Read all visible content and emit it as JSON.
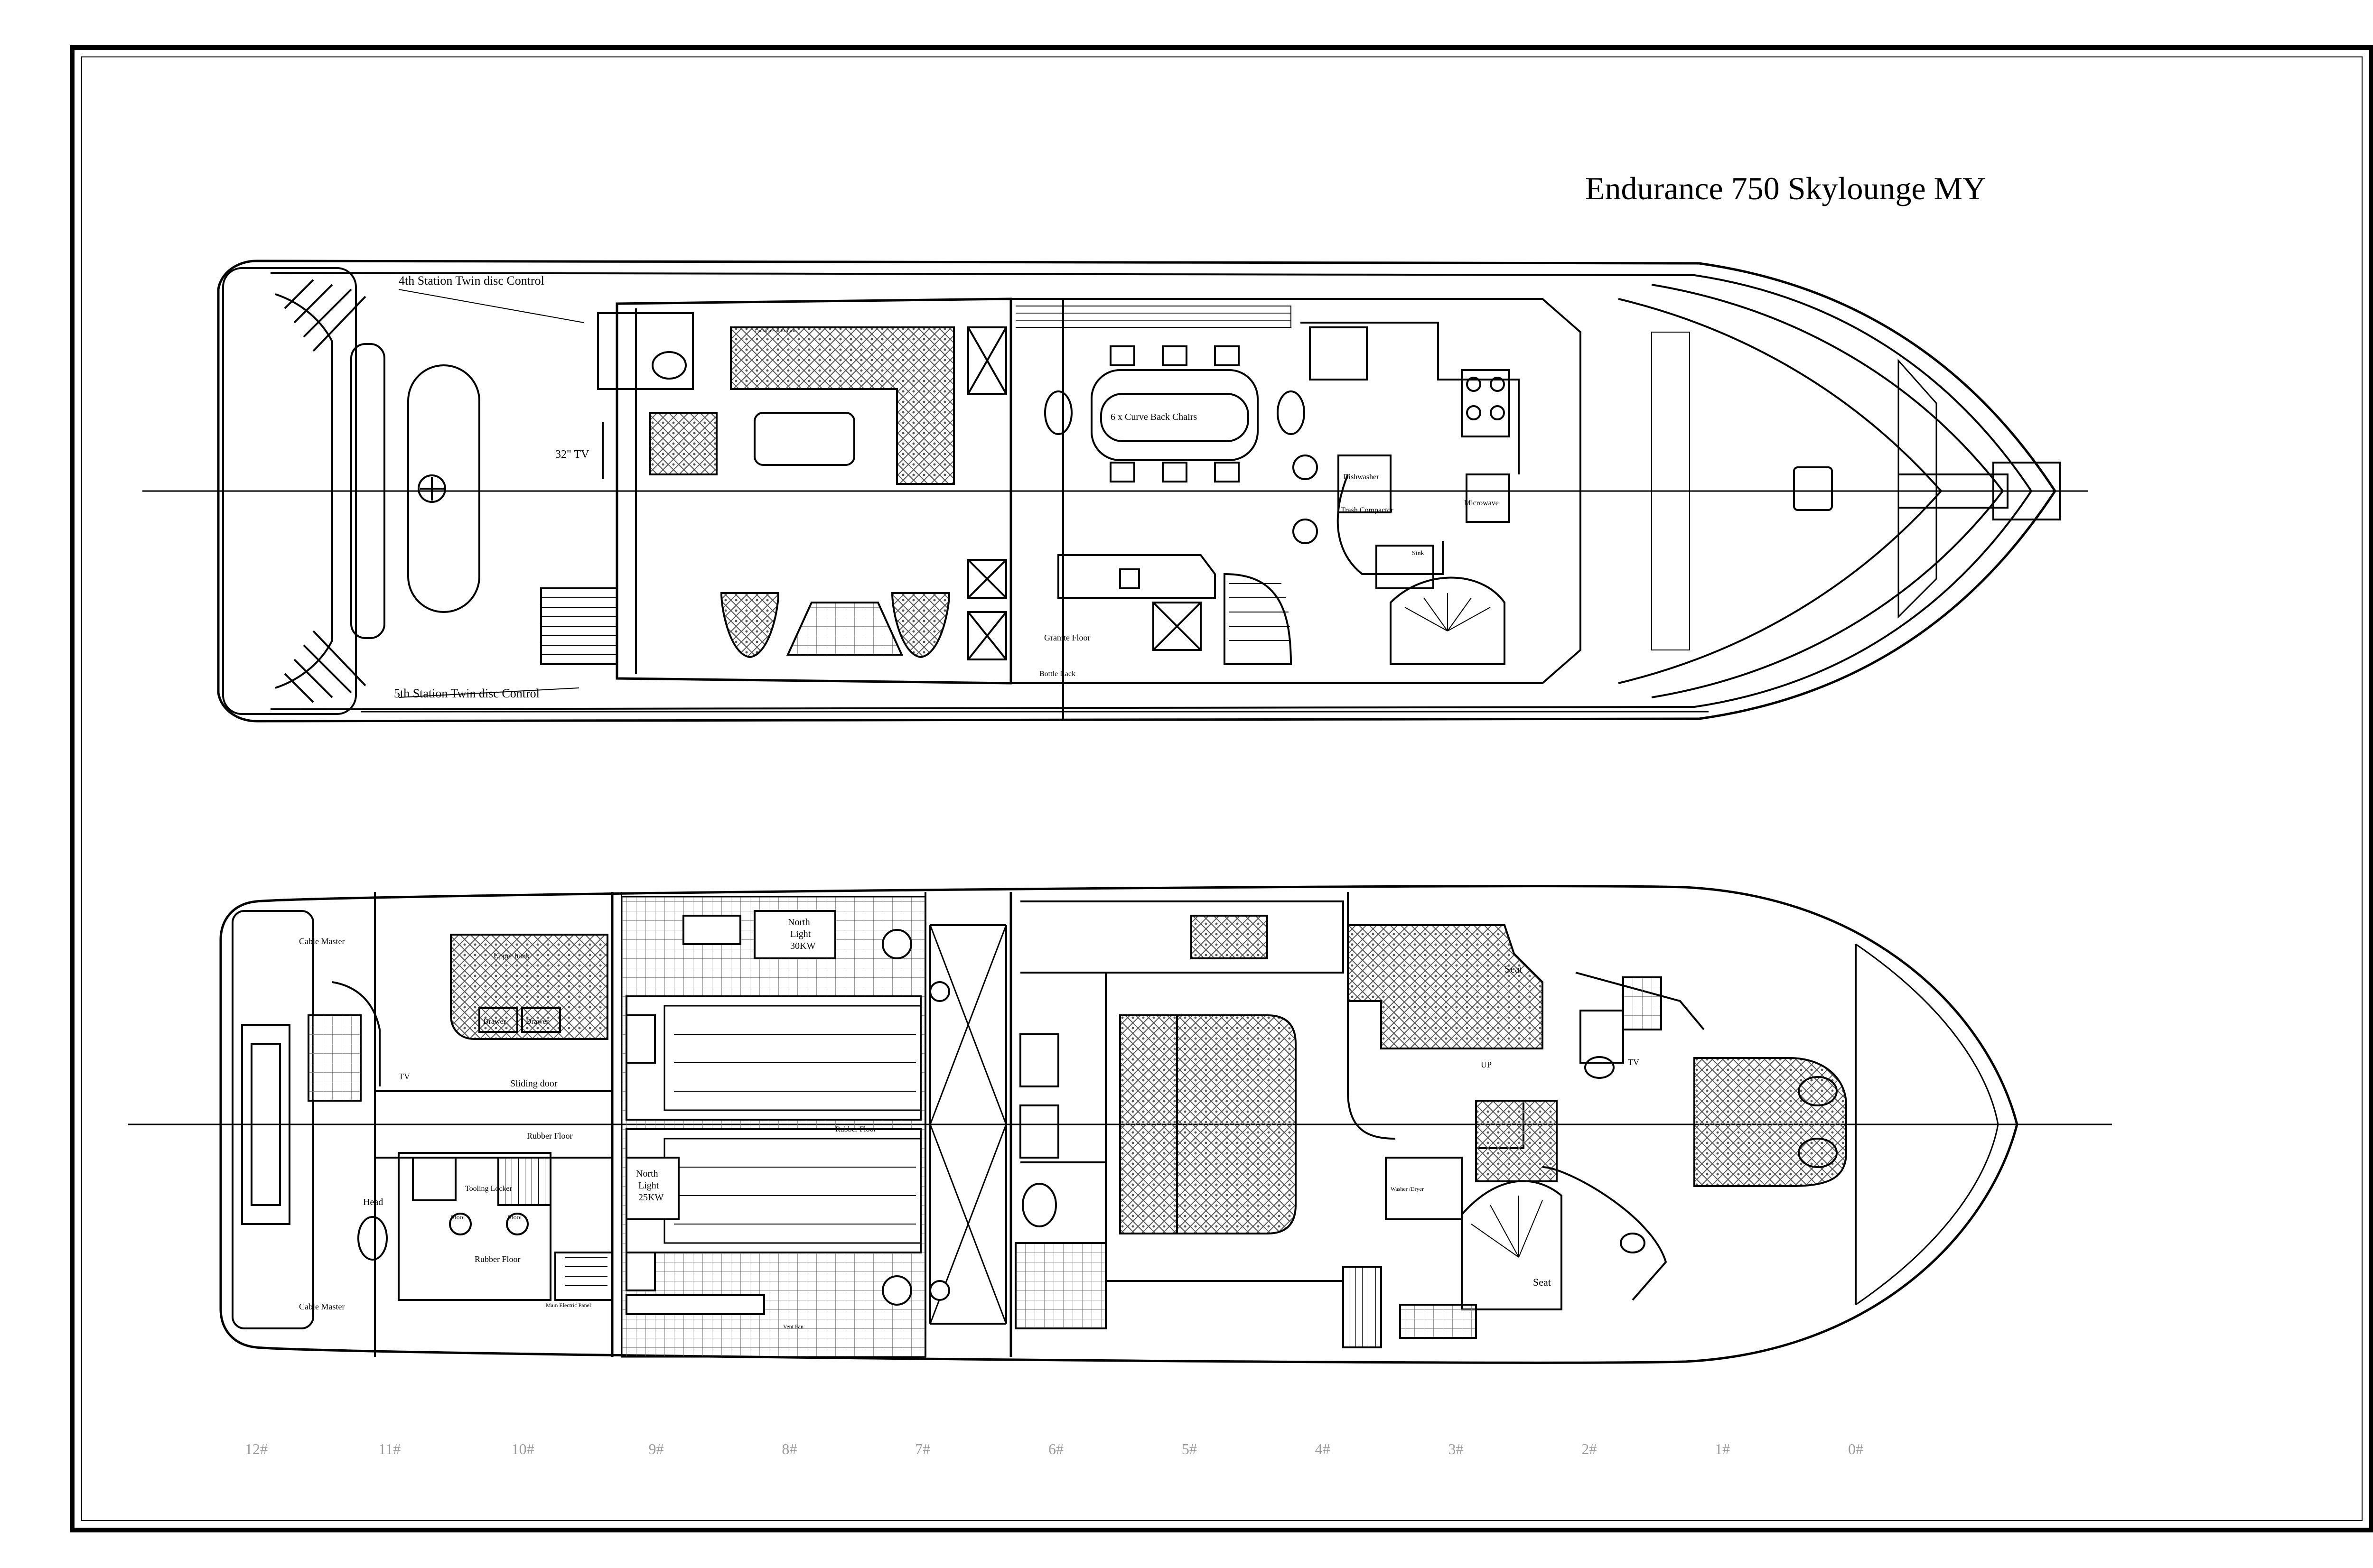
{
  "title": "Endurance 750 Skylounge MY",
  "upper_deck": {
    "control_top": "4th Station Twin disc Control",
    "control_bottom": "5th Station Twin disc Control",
    "tv": "32\" TV",
    "chairs": "6 x Curve Back Chairs",
    "granite": "Granite Floor",
    "bottle_rack": "Bottle Rack",
    "dishwasher": "Dishwasher",
    "trash": "Trash Compactor",
    "microwave": "Microwave",
    "sink": "Sink",
    "cooker_label": "Cooktop Fan Extractor"
  },
  "lower_deck": {
    "cable_master_top": "Cable Master",
    "cable_master_bottom": "Cable Master",
    "upper_bunk": "Upper bunk",
    "drawer_1": "Drawer",
    "drawer_2": "Drawer",
    "sliding_door": "Sliding door",
    "rubber_floor_1": "Rubber Floor",
    "rubber_floor_2": "Rubber Floor",
    "rubber_floor_3": "Rubber Floor",
    "head": "Head",
    "tooling_locker": "Tooling Locker",
    "stool_1": "Stool",
    "stool_2": "Stool",
    "gen_1": "North Light 30KW",
    "gen_1_a": "North",
    "gen_1_b": "Light",
    "gen_1_c": "30KW",
    "gen_2_a": "North",
    "gen_2_b": "Light",
    "gen_2_c": "25KW",
    "main_panel": "Main Electric Panel",
    "vent_fan": "Vent Fan",
    "washer": "Washer /Dryer",
    "seat_1": "Seat",
    "seat_2": "Seat",
    "up": "UP",
    "tv": "TV",
    "tv_left": "TV"
  },
  "stations": [
    "12#",
    "11#",
    "10#",
    "9#",
    "8#",
    "7#",
    "6#",
    "5#",
    "4#",
    "3#",
    "2#",
    "1#",
    "0#"
  ],
  "colors": {
    "line": "#000000",
    "station": "#9a9a9a",
    "hatch": "#555555"
  }
}
